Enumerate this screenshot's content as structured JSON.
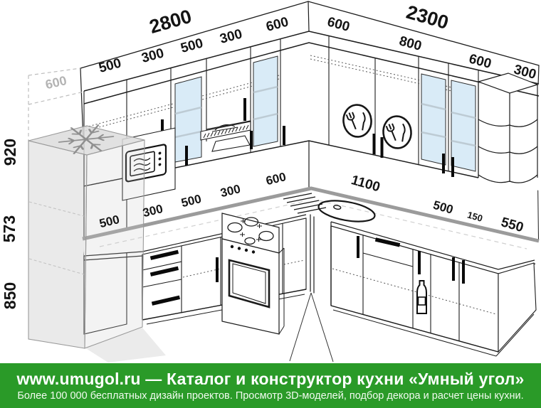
{
  "scene": {
    "type": "kitchen-corner-3d-plan",
    "colors": {
      "line": "#1c1c1c",
      "counter_stripe": "#9b9b9b",
      "glass": "#d9ebf7",
      "banner_green": "#2a9a28"
    }
  },
  "dims": {
    "total_left": "2800",
    "total_right": "2300",
    "upper_left": [
      "500",
      "300",
      "500",
      "300",
      "600"
    ],
    "upper_right": [
      "600",
      "800",
      "600",
      "300"
    ],
    "counter_left": [
      "500",
      "300",
      "500",
      "300",
      "600"
    ],
    "counter_right": [
      "1100",
      "500",
      "150",
      "550"
    ],
    "height_upper": "920",
    "height_gap": "573",
    "height_base": "850",
    "tall_unit_depth": "600"
  },
  "footer": {
    "title": "www.umugol.ru — Каталог и конструктор кухни «Умный угол»",
    "subtitle": "Более 100 000 бесплатных дизайн проектов. Просмотр 3D-моделей, подбор декора и расчет цены кухни."
  }
}
